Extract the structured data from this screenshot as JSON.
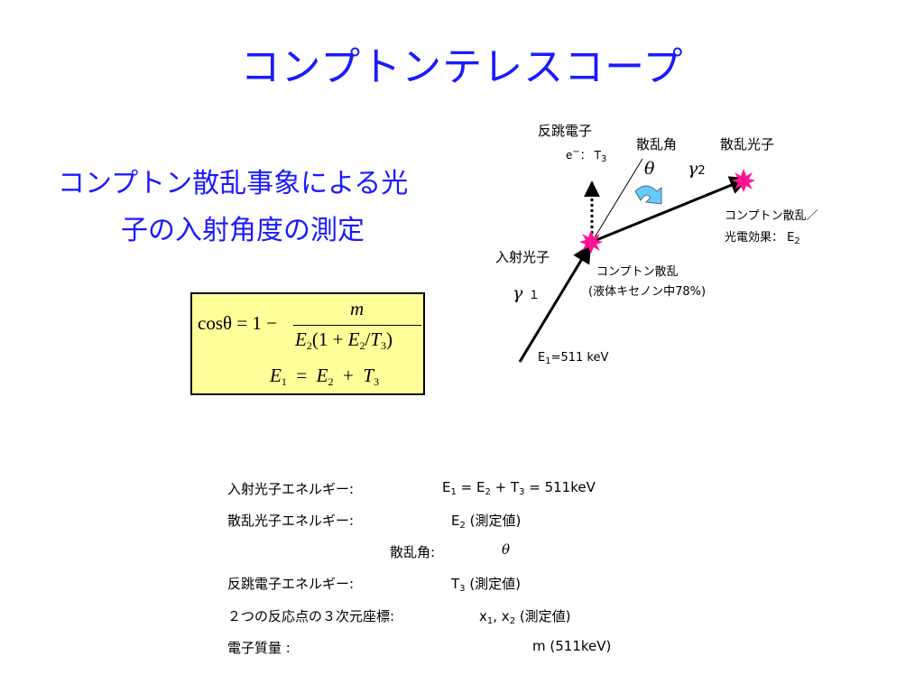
{
  "title": "コンプトンテレスコープ",
  "subtitle": {
    "line1": "コンプトン散乱事象による光",
    "line2": "子の入射角度の測定"
  },
  "formula": {
    "line1": {
      "cos": "cosθ",
      "eq": "= 1 −",
      "numerator": "m",
      "den_E2": "E",
      "den_E2_sub": "2",
      "den_open": "(1 +",
      "den_E2b": "E",
      "den_E2b_sub": "2",
      "den_slash": "/",
      "den_T3": "T",
      "den_T3_sub": "3",
      "den_close": ")"
    },
    "line2": {
      "E1": "E",
      "E1_sub": "1",
      "eq": "=",
      "E2": "E",
      "E2_sub": "2",
      "plus": "+",
      "T3": "T",
      "T3_sub": "3"
    }
  },
  "diagram": {
    "recoil_electron_label": "反跳電子",
    "electron_symbol": "e",
    "electron_sup": "−",
    "electron_sep": "： T",
    "electron_T_sub": "3",
    "scatter_angle_label": "散乱角",
    "scattered_photon_label": "散乱光子",
    "theta": "θ",
    "gamma2": "γ",
    "gamma2_sub": "2",
    "incident_photon_label": "入射光子",
    "gamma1": "γ",
    "gamma1_sub": "１",
    "compton_scatter_label": "コンプトン散乱",
    "compton_medium": "(液体キセノン中78%)",
    "absorb_line1": "コンプトン散乱／",
    "absorb_line2": "光電効果： E",
    "absorb_E_sub": "2",
    "incident_energy": "E",
    "incident_energy_sub": "1",
    "incident_energy_val": "=511 keV",
    "colors": {
      "star": "#ff1493",
      "curved_arrow": "#66ccff",
      "title": "#1a1aff"
    }
  },
  "table": {
    "row1_label": "入射光子エネルギー:",
    "row1_E1": "E",
    "row1_E1_sub": "1",
    "row1_eq1": " = E",
    "row1_E2_sub": "2",
    "row1_plus": " + T",
    "row1_T3_sub": "3",
    "row1_rest": " = 511keV",
    "row2_label": "散乱光子エネルギー:",
    "row2_E": "E",
    "row2_E_sub": "2",
    "row2_note": " (測定値)",
    "row3_label": "散乱角:",
    "row3_value": "θ",
    "row4_label": "反跳電子エネルギー:",
    "row4_T": "T",
    "row4_T_sub": "3",
    "row4_note": " (測定値)",
    "row5_label": "２つの反応点の３次元座標:",
    "row5_x1": "x",
    "row5_x1_sub": "1",
    "row5_sep": ",  x",
    "row5_x2_sub": "2",
    "row5_note": " (測定値)",
    "row6_label": "電子質量  :",
    "row6_value": "m (511keV)"
  }
}
